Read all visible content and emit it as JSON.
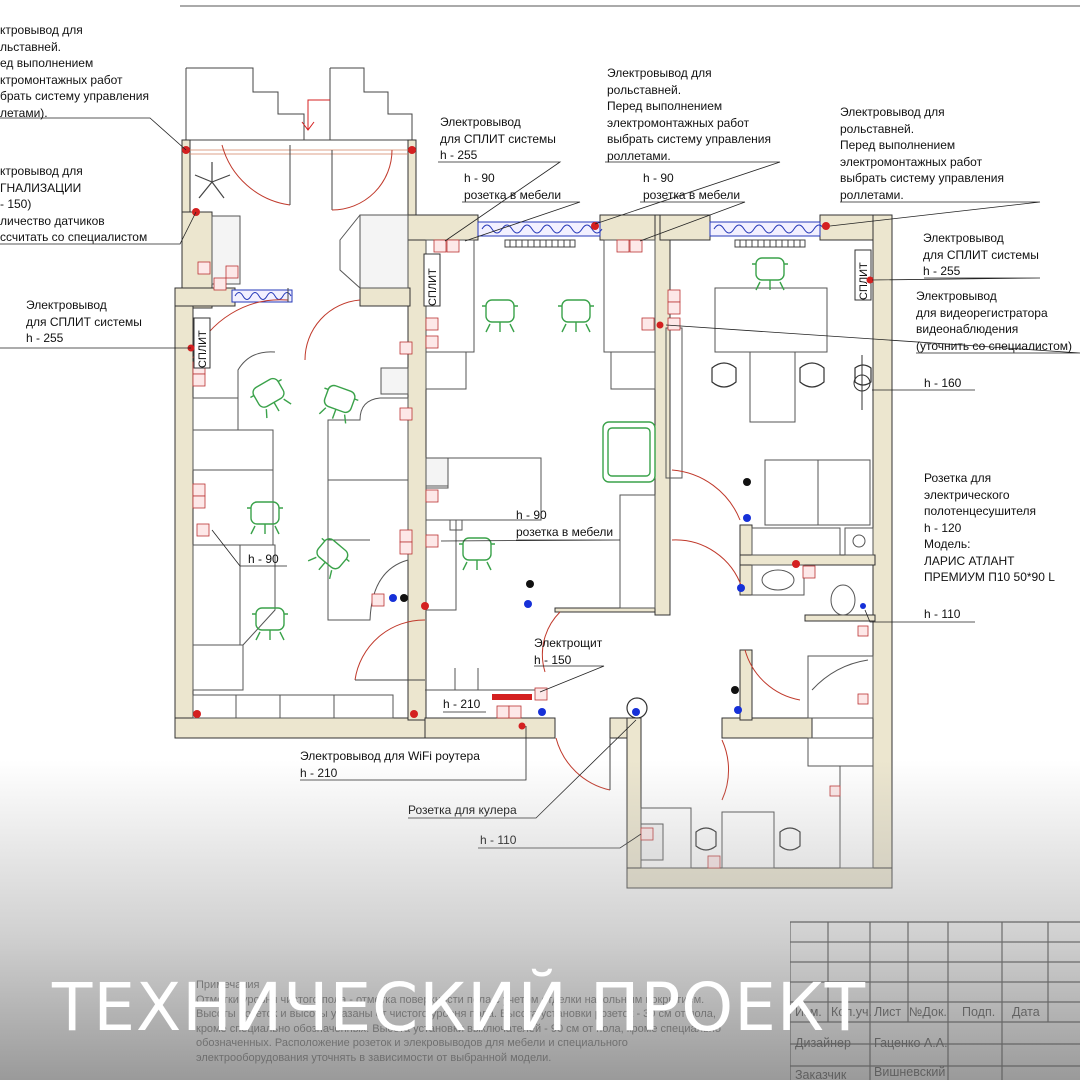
{
  "labels": {
    "rollets_top_left": "ктровывод для\nльставней.\nед выполнением\nктромонтажных работ\nбрать систему управления\nлетами).",
    "alarm": "ктровывод для\nГНАЛИЗАЦИИ\n- 150)\nличество датчиков\nссчитать со специалистом",
    "split_left": "Электровывод\nдля СПЛИТ системы\nh - 255",
    "split_mid": "Электровывод\nдля СПЛИТ системы\nh - 255",
    "socket_furniture_1": "h - 90\nрозетка в мебели",
    "rollets_mid": "Электровывод для\nрольставней.\nПеред выполнением\nэлектромонтажных работ\nвыбрать систему управления\nроллетами.",
    "socket_furniture_2": "h - 90\nрозетка в мебели",
    "rollets_right": "Электровывод для\nрольставней.\nПеред выполнением\nэлектромонтажных работ\nвыбрать систему управления\nроллетами.",
    "split_right": "Электровывод\nдля СПЛИТ системы\nh - 255",
    "video_recorder": "Электровывод\nдля видеорегистратора\nвидеонаблюдения\n(уточнить со специалистом)",
    "h160": "h - 160",
    "socket_furniture_3": "h - 90\nрозетка в мебели",
    "h90_left": "h - 90",
    "towel_dryer": "Розетка для\nэлектрического\nполотенцесушителя\nh - 120\nМодель:\nЛАРИС АТЛАНТ\nПРЕМИУМ П10 50*90 L",
    "h110_right": "h - 110",
    "panel": "Электрощит\nh - 150",
    "h210": "h - 210",
    "wifi": "Электровывод для WiFi роутера\nh - 210",
    "cooler": "Розетка для кулера",
    "h110_bottom": "h - 110"
  },
  "split_tags": [
    "СПЛИТ",
    "СПЛИТ",
    "СПЛИТ"
  ],
  "notes": {
    "title": "Примечания",
    "text": "Отметки уровня чистого пола - отметка поверхности пола с учетом отделки напольным покрытием. Высоты розеток и высоты указаны от чистого уровня пола. Высота установки розеток - 30 см от пола, кроме специально обозначенных. Высота установки выключателей - 90 см от пола, кроме специально обозначенных. Расположение розеток и элекровыводов для мебели и специального электрооборудования уточнять в зависимости от выбранной модели."
  },
  "banner": "ТЕХНИЧЕСКИЙ ПРОЕКТ",
  "stamp": {
    "headers": [
      "Изм.",
      "Кол.уч.",
      "Лист",
      "№Док.",
      "Подп.",
      "Дата"
    ],
    "designer_role": "Дизайнер",
    "designer_name": "Гаценко А.А.",
    "client_role": "Заказчик",
    "client_name": "Вишневский"
  },
  "colors": {
    "wall_fill": "#ece6cf",
    "wall_stroke": "#333333",
    "chair": "#3aa24a",
    "door": "#c0392b",
    "marker": "#d42020",
    "switch_blue": "#1630d8"
  }
}
